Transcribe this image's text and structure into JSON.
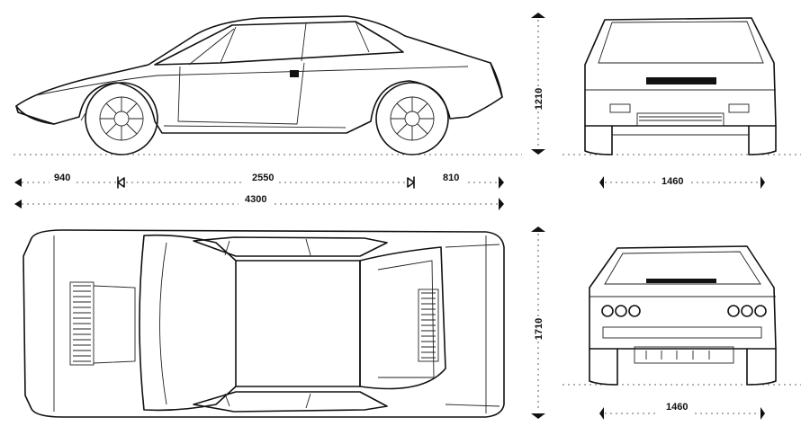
{
  "dimensions": {
    "front_overhang": "940",
    "wheelbase": "2550",
    "rear_overhang": "810",
    "overall_length": "4300",
    "height": "1210",
    "width": "1710",
    "track_front": "1460",
    "track_rear": "1460"
  }
}
